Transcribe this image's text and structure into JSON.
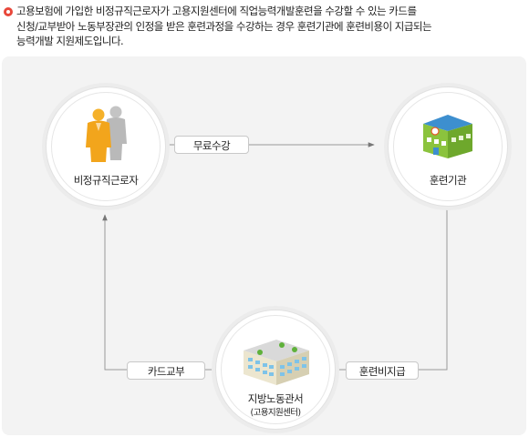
{
  "intro": {
    "lines": [
      "고용보험에 가입한 비정규직근로자가 고용지원센터에 직업능력개발훈련을 수강할 수 있는 카드를",
      "신청/교부받아 노동부장관의 인정을 받은 훈련과정을 수강하는 경우 훈련기관에 훈련비용이 지급되는",
      "능력개발 지원제도입니다."
    ]
  },
  "nodes": {
    "worker": {
      "label": "비정규직근로자",
      "icon": "people-icon"
    },
    "institution": {
      "label": "훈련기관",
      "icon": "building-icon"
    },
    "office": {
      "label": "지방노동관서",
      "sublabel": "(고용지원센터)",
      "icon": "office-building-icon"
    }
  },
  "edges": {
    "free_attendance": "무료수강",
    "card_issue": "카드교부",
    "fee_payment": "훈련비지급"
  },
  "colors": {
    "bullet": "#e8473a",
    "person_front": "#f2a51c",
    "person_back": "#b9b9b9",
    "building_wall": "#8bc33d",
    "building_roof": "#3d8fcf",
    "arrow": "#777777"
  }
}
